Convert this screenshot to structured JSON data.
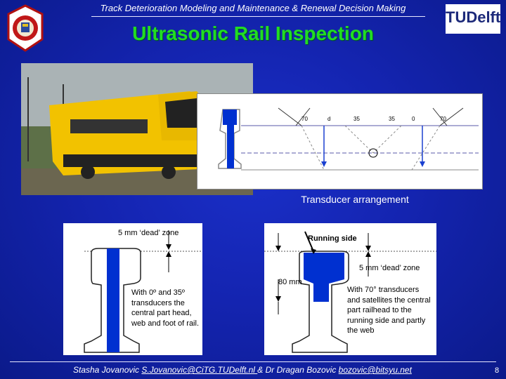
{
  "header": {
    "course_title": "Track Deterioration Modeling and Maintenance & Renewal Decision Making"
  },
  "slide": {
    "title": "Ultrasonic Rail Inspection",
    "page_number": "8"
  },
  "logos": {
    "right_text": "TUDelft"
  },
  "top_diagram": {
    "angle_labels": [
      "70",
      "d",
      "35",
      "35",
      "0",
      "70"
    ],
    "caption": "Transducer arrangement"
  },
  "left_diagram": {
    "dead_zone_label": "5 mm ‘dead’ zone",
    "description": "With 0º and 35º transducers the central part head, web and foot of rail."
  },
  "right_diagram": {
    "running_side_label": "Running side",
    "dead_zone_label": "5 mm ‘dead’ zone",
    "depth_label": "80 mm",
    "description": "With 70° transducers and satellites the central part railhead to the running side and partly the web"
  },
  "footer": {
    "author1": "Stasha Jovanovic ",
    "email1": "S.Jovanovic@CiTG.TUDelft.nl ",
    "connector": "& Dr Dragan Bozovic ",
    "email2": "bozovic@bitsyu.net"
  },
  "colors": {
    "background": "#1424b0",
    "title": "#22dd22",
    "rail_highlight": "#0030d0",
    "train_yellow": "#f2c200"
  }
}
